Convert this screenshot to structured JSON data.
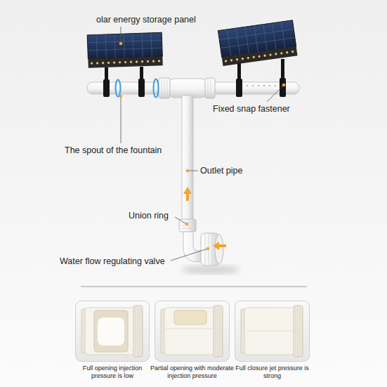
{
  "diagram": {
    "nodes": [
      {
        "text": [
          "Full opening injection pressure is low"
        ]
      },
      {
        "text": [
          "Partial opening with moderate injection pressure"
        ]
      },
      {
        "text": [
          "Full closure jet pressure is strong"
        ]
      }
    ],
    "labels": [
      "olar energy storage panel",
      "Fixed snap fastener",
      "The spout of the fountain",
      "Outlet pipe",
      "Union ring",
      "Water flow regulating valve"
    ]
  }
}
